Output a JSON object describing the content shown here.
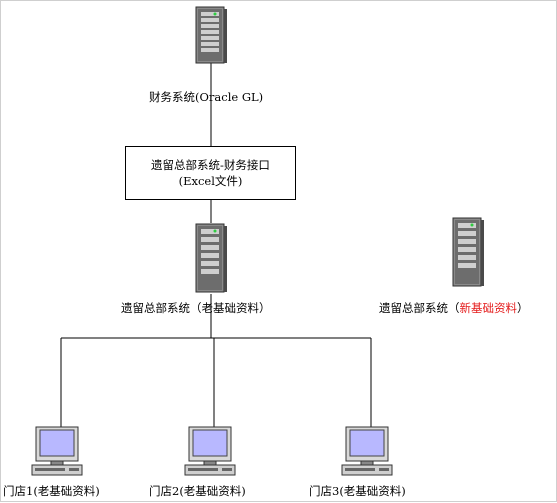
{
  "nodes": {
    "finance_server": {
      "label": "财务系统(Oracle GL)",
      "icon": "server-tower-icon"
    },
    "interface_box": {
      "line1": "遗留总部系统-财务接口",
      "line2": "(Excel文件)"
    },
    "legacy_hq_server": {
      "label": "遗留总部系统（老基础资料）",
      "icon": "server-tower-icon"
    },
    "new_hq_server": {
      "label_prefix": "遗留总部系统（",
      "label_highlight": "新基础资料",
      "label_suffix": "）",
      "icon": "server-tower-icon",
      "highlight_color": "#e41a1a"
    },
    "stores": [
      {
        "label": "门店1(老基础资料)",
        "icon": "desktop-computer-icon"
      },
      {
        "label": "门店2(老基础资料)",
        "icon": "desktop-computer-icon"
      },
      {
        "label": "门店3(老基础资料)",
        "icon": "desktop-computer-icon"
      }
    ]
  }
}
